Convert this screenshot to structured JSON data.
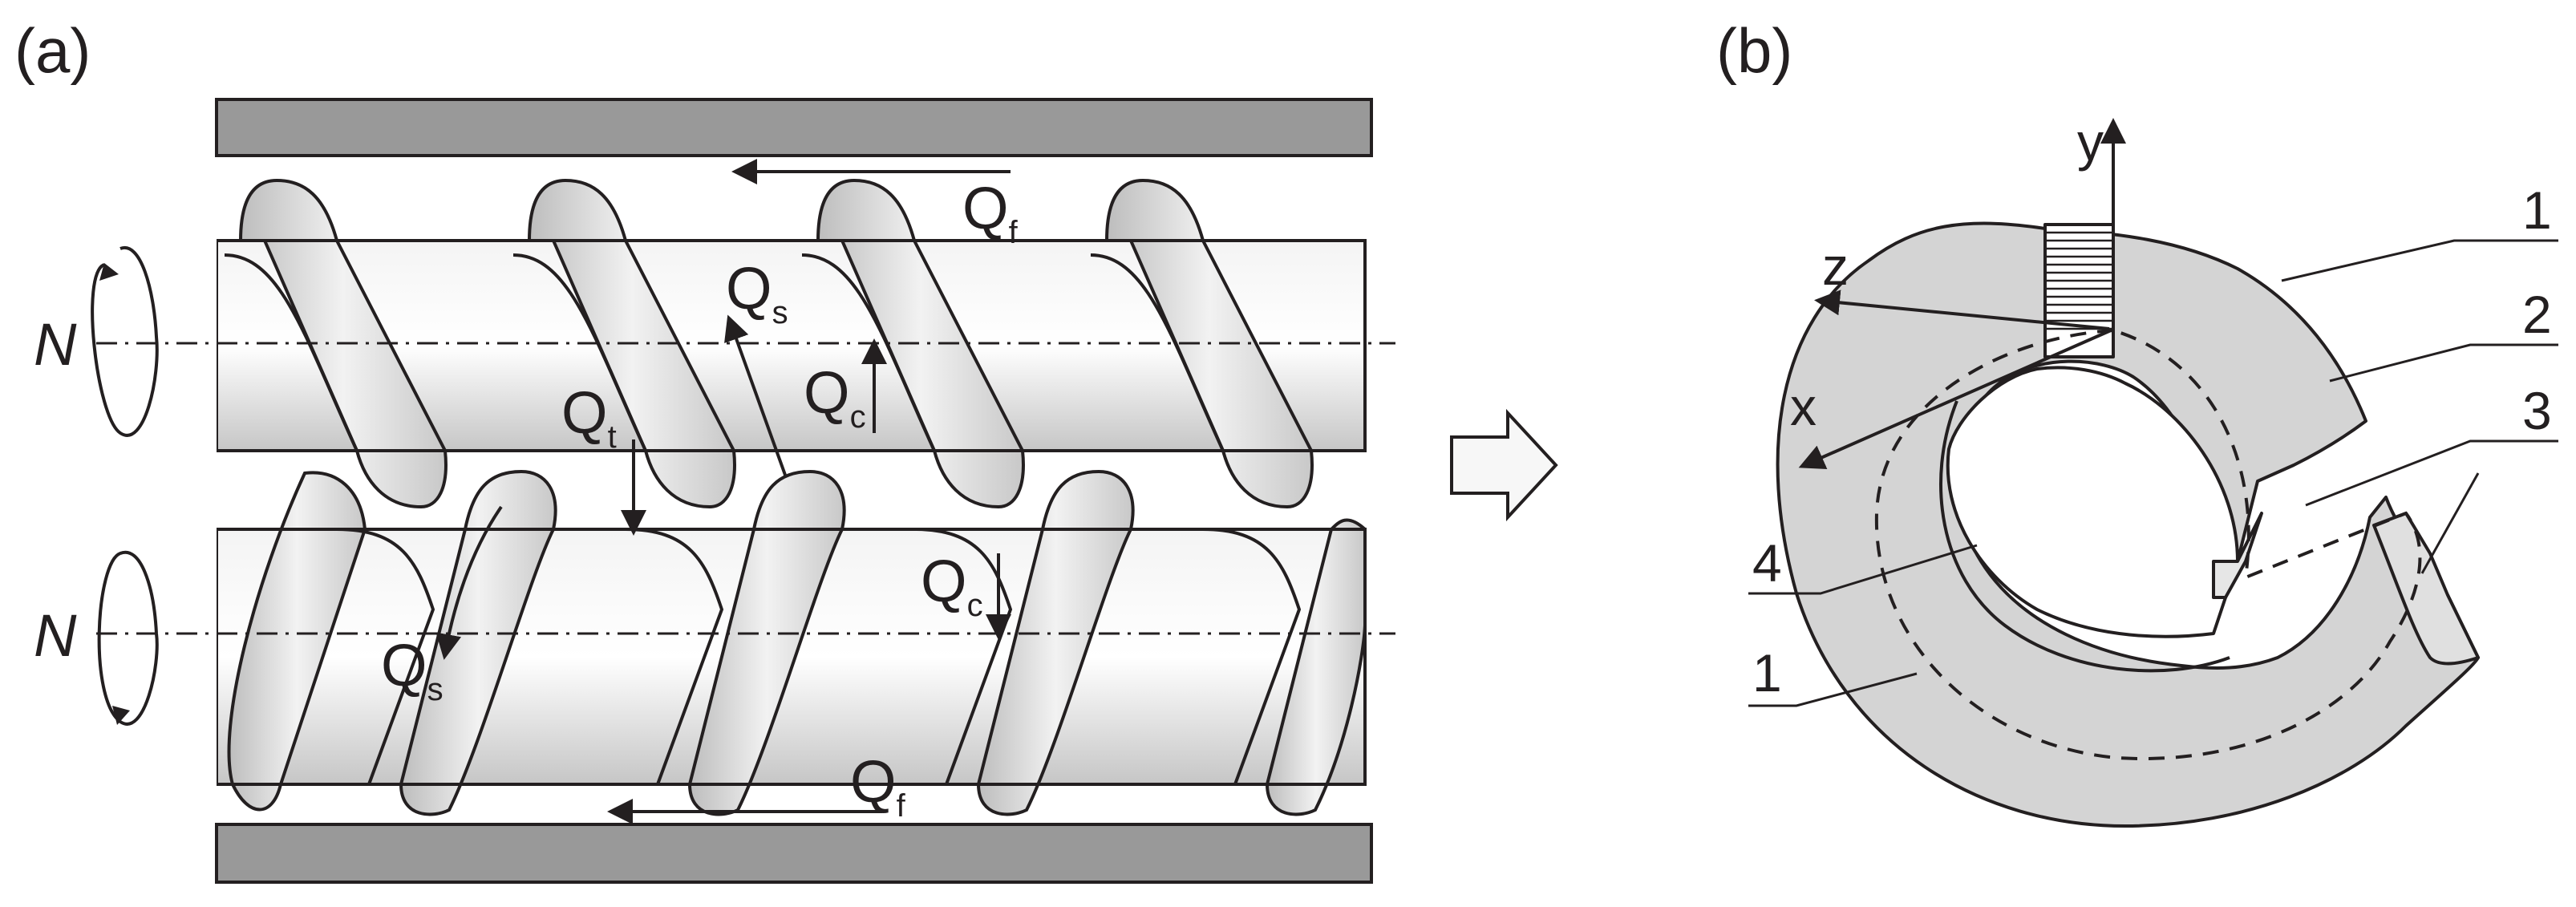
{
  "panels": {
    "a": "(a)",
    "b": "(b)"
  },
  "panel_a": {
    "rotation_label_top": "N",
    "rotation_label_bottom": "N",
    "flows": {
      "qf_top": {
        "main": "Q",
        "sub": "f"
      },
      "qs_top": {
        "main": "Q",
        "sub": "s"
      },
      "qc_top": {
        "main": "Q",
        "sub": "c"
      },
      "qt": {
        "main": "Q",
        "sub": "t"
      },
      "qc_bottom": {
        "main": "Q",
        "sub": "c"
      },
      "qs_bottom": {
        "main": "Q",
        "sub": "s"
      },
      "qf_bottom": {
        "main": "Q",
        "sub": "f"
      }
    }
  },
  "panel_b": {
    "axes": {
      "y": "y",
      "z": "z",
      "x": "x"
    },
    "callouts": {
      "c1_top": "1",
      "c2": "2",
      "c3": "3",
      "c4": "4",
      "c1_bottom": "1"
    }
  },
  "colors": {
    "barrel": "#999999",
    "screw": "#e6e6e6",
    "flight": "#d9d9d9",
    "element": "#d4d4d4",
    "line": "#231f20"
  }
}
